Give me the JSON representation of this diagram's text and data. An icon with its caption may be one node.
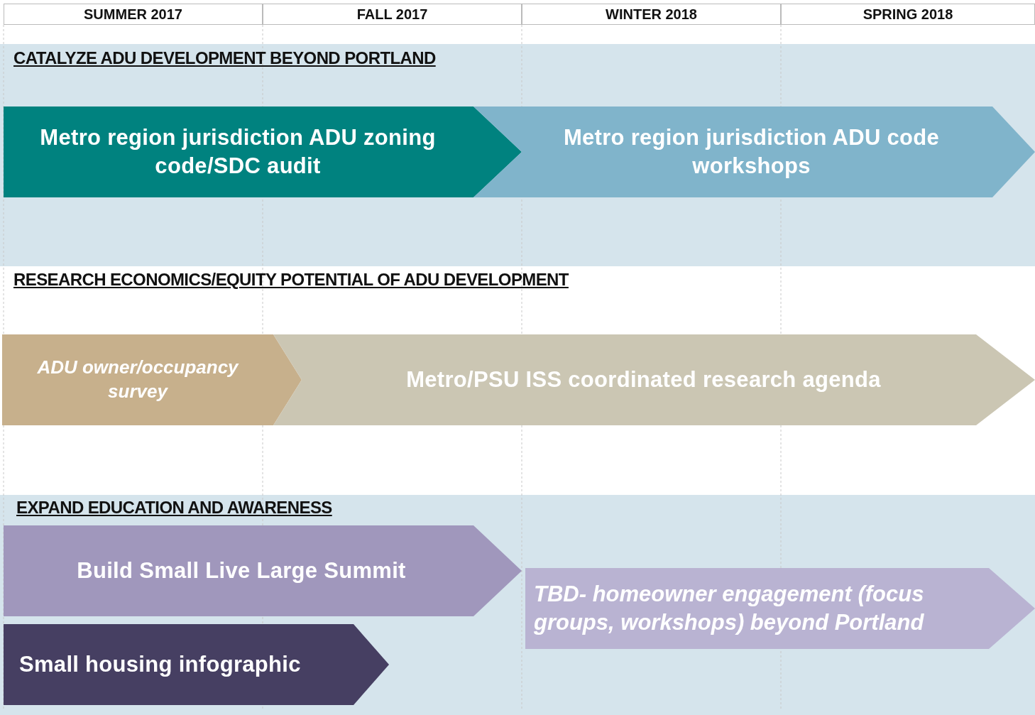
{
  "diagram": {
    "nodes": [
      {
        "text": [
          "Metro region jurisdiction ADU zoning code/SDC audit"
        ]
      },
      {
        "text": [
          "Metro region jurisdiction ADU code workshops"
        ]
      },
      {
        "text": [
          "ADU owner/occupancy survey"
        ]
      },
      {
        "text": [
          "Metro/PSU ISS coordinated research agenda"
        ]
      },
      {
        "text": [
          "Build Small Live Large Summit"
        ]
      },
      {
        "text": [
          "Small housing infographic"
        ]
      },
      {
        "text": [
          "TBD- homeowner engagement (focus groups, workshops) beyond Portland"
        ]
      }
    ],
    "labels": [
      "SUMMER 2017",
      "FALL 2017",
      "WINTER 2018",
      "SPRING 2018",
      "CATALYZE ADU DEVELOPMENT BEYOND PORTLAND",
      "RESEARCH ECONOMICS/EQUITY POTENTIAL OF ADU DEVELOPMENT",
      "EXPAND EDUCATION AND AWARENESS"
    ]
  }
}
